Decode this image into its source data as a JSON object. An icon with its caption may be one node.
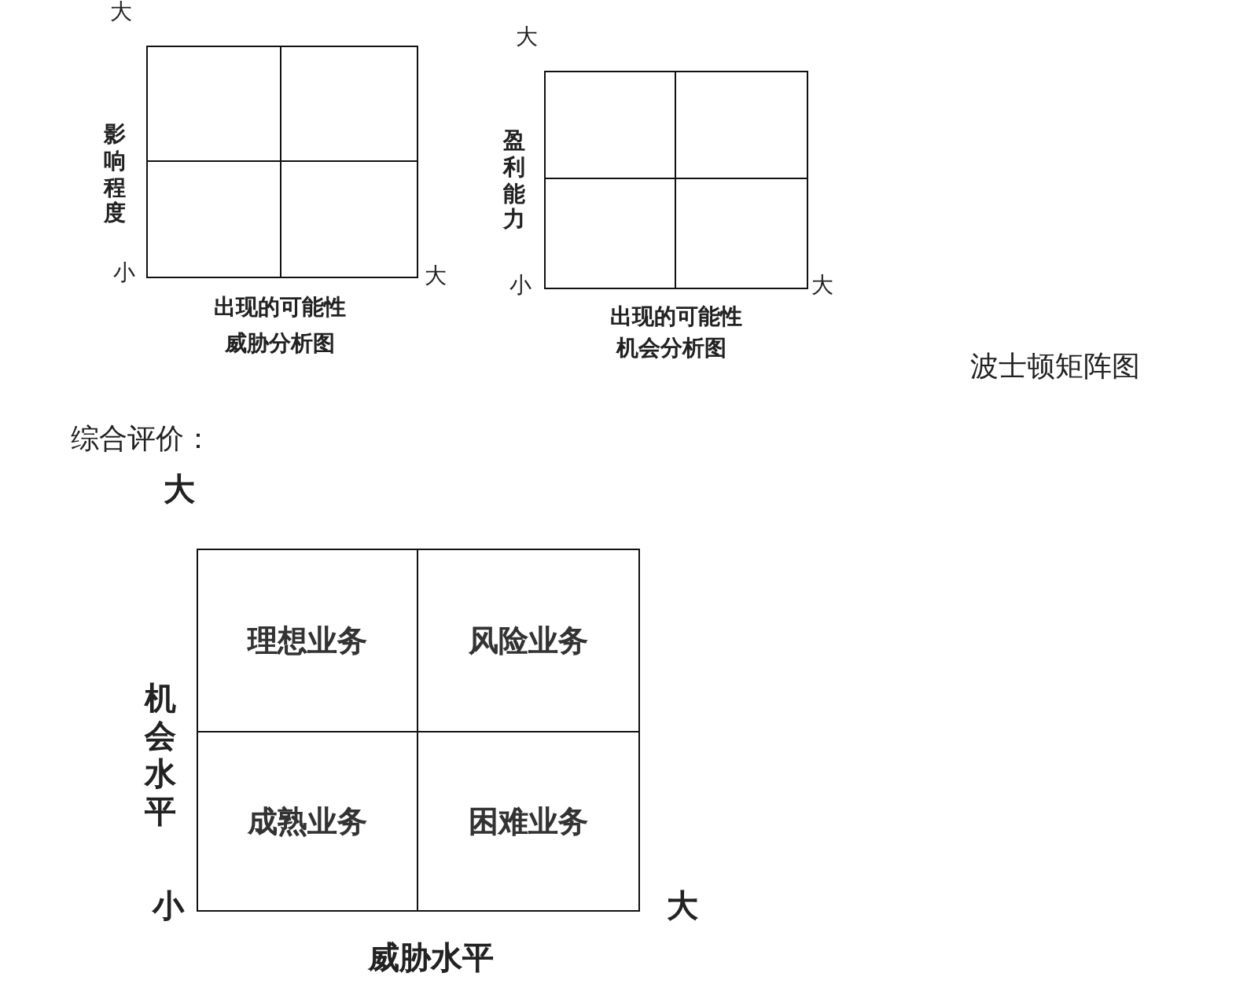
{
  "diagram": {
    "title": "波士顿矩阵图",
    "nodes": [
      {
        "text": [],
        "shape": "box"
      },
      {
        "text": [],
        "shape": "box"
      },
      {
        "text": [],
        "shape": "box"
      },
      {
        "text": [],
        "shape": "box"
      },
      {
        "text": [],
        "shape": "box"
      },
      {
        "text": [],
        "shape": "box"
      },
      {
        "text": [],
        "shape": "box"
      },
      {
        "text": [],
        "shape": "box"
      },
      {
        "text": [
          "理想业务"
        ]
      },
      {
        "text": [
          "风险业务"
        ]
      },
      {
        "text": [
          "成熟业务"
        ]
      },
      {
        "text": [
          "困难业务"
        ]
      }
    ],
    "edges": [],
    "labels": [
      "大",
      "大",
      "影响程度",
      "盈利能力",
      "小",
      "大",
      "小",
      "大",
      "出现的可能性",
      "威胁分析图",
      "出现的可能性",
      "机会分析图",
      "综合评价：",
      "大",
      "机会水平",
      "小",
      "大",
      "威胁水平"
    ]
  }
}
